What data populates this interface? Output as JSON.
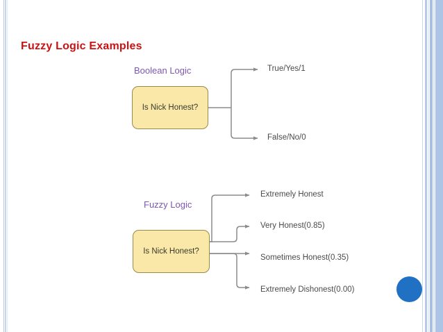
{
  "slide": {
    "title": "Fuzzy Logic Examples",
    "title_color": "#cc1111",
    "background_color": "#ffffff",
    "accent_color": "#2071c4",
    "edge_band_color": "#aec4e7"
  },
  "decor": {
    "blue_dot_name": "blue-circle-decoration"
  },
  "diagrams": [
    {
      "id": "boolean",
      "label": "Boolean Logic",
      "label_color": "#7b57b0",
      "node": "Is Nick Honest?",
      "node_fill": "#f9e8a8",
      "node_border": "#9a8a4a",
      "outputs": [
        {
          "text": "True/Yes/1"
        },
        {
          "text": "False/No/0"
        }
      ]
    },
    {
      "id": "fuzzy",
      "label": "Fuzzy Logic",
      "label_color": "#7b57b0",
      "node": "Is Nick Honest?",
      "node_fill": "#f9e8a8",
      "node_border": "#9a8a4a",
      "outputs": [
        {
          "text": "Extremely Honest"
        },
        {
          "text": "Very Honest(0.85)"
        },
        {
          "text": "Sometimes Honest(0.35)"
        },
        {
          "text": "Extremely Dishonest(0.00)"
        }
      ]
    }
  ]
}
